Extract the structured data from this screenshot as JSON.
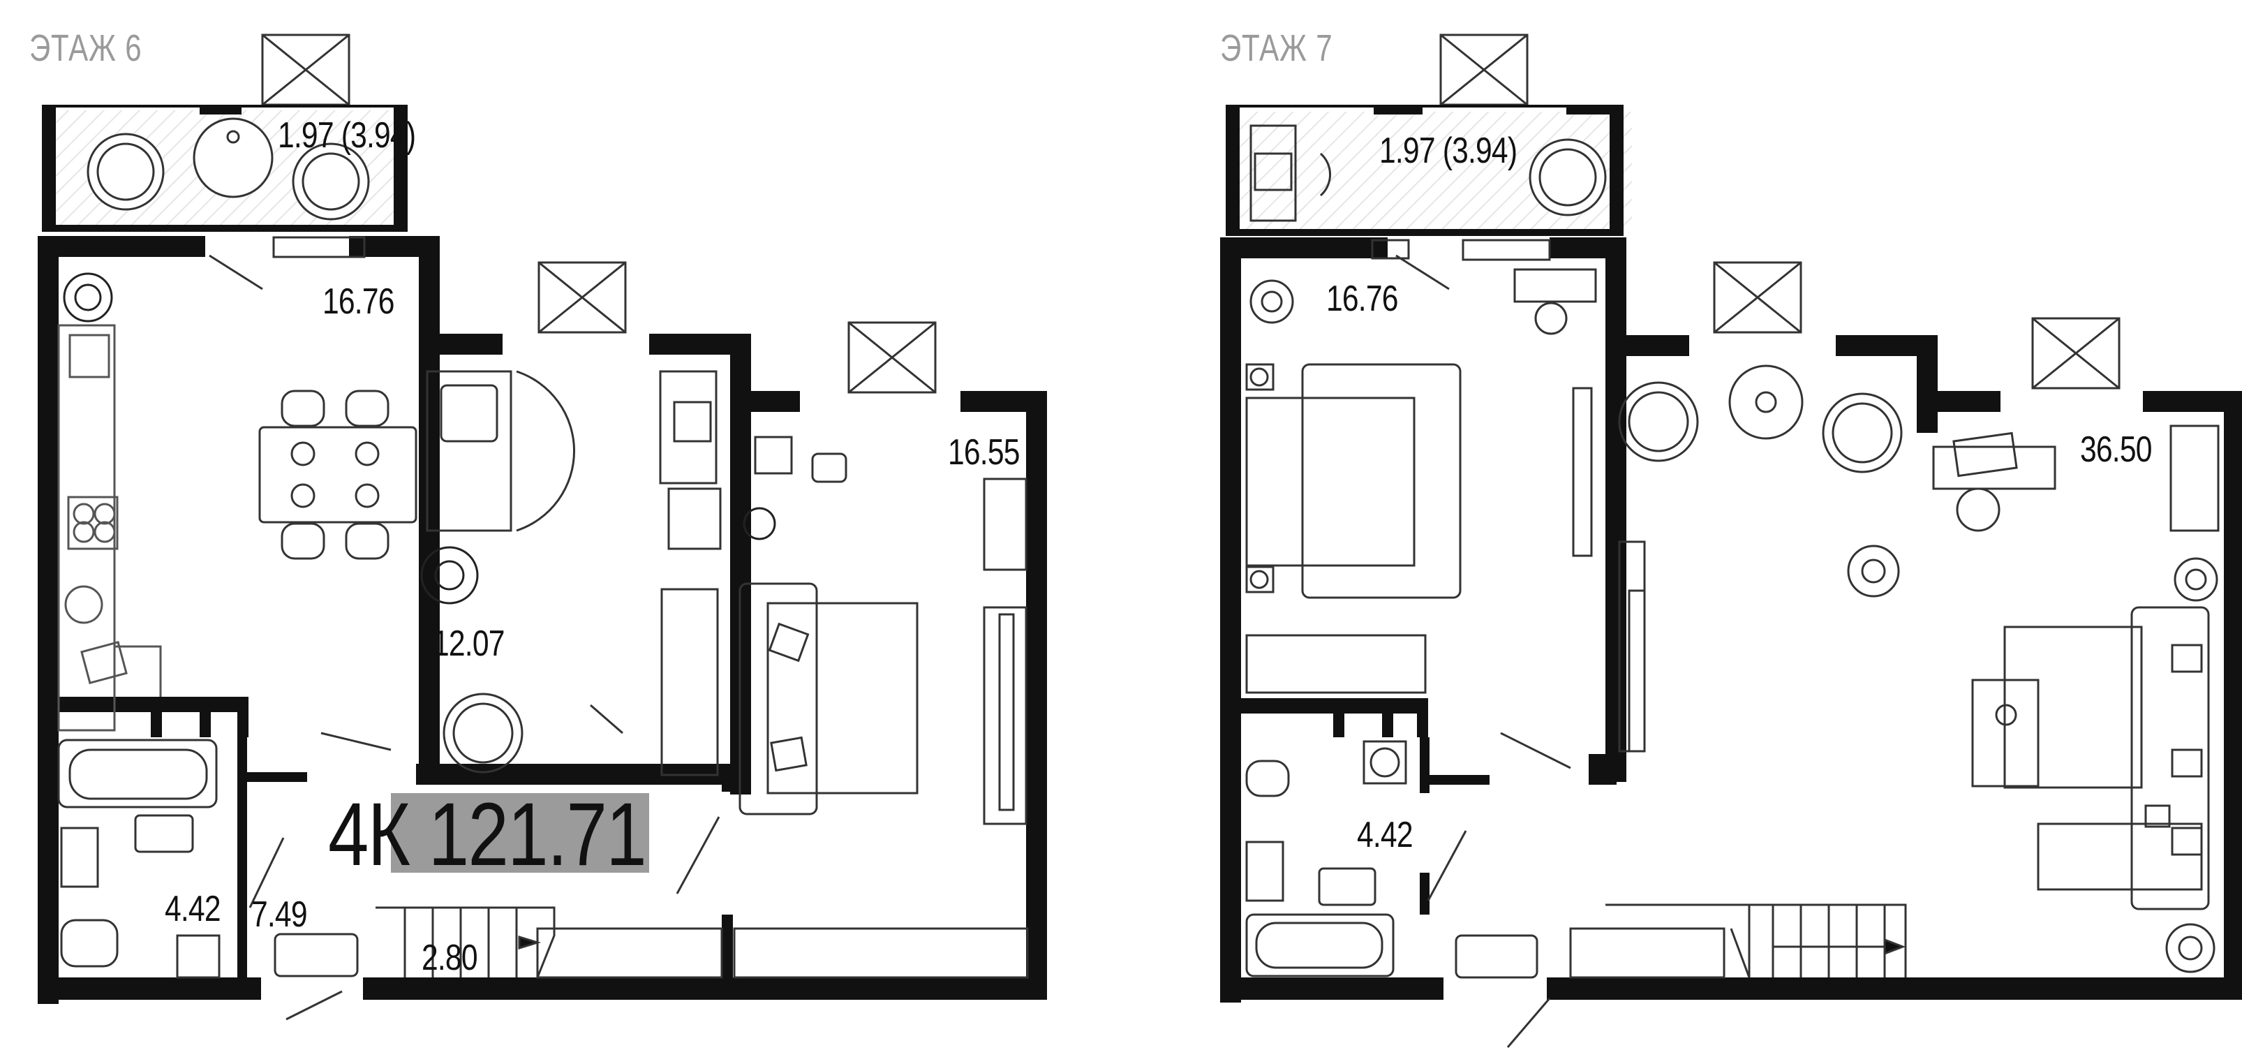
{
  "floor6": {
    "title": "ЭТАЖ 6",
    "rooms": {
      "balcony": "1.97 (3.94)",
      "kitchen": "16.76",
      "bedroom": "12.07",
      "living": "16.55",
      "bathroom": "4.42",
      "hall": "7.49",
      "corridor": "2.80"
    },
    "apartment_badge": "4К 121.71"
  },
  "floor7": {
    "title": "ЭТАЖ 7",
    "rooms": {
      "balcony": "1.97 (3.94)",
      "bedroom": "16.76",
      "living": "36.50",
      "bathroom": "4.42"
    }
  },
  "colors": {
    "wall": "#111111",
    "label_gray": "#9a9a9a",
    "badge_bg": "#9b9b9b"
  }
}
